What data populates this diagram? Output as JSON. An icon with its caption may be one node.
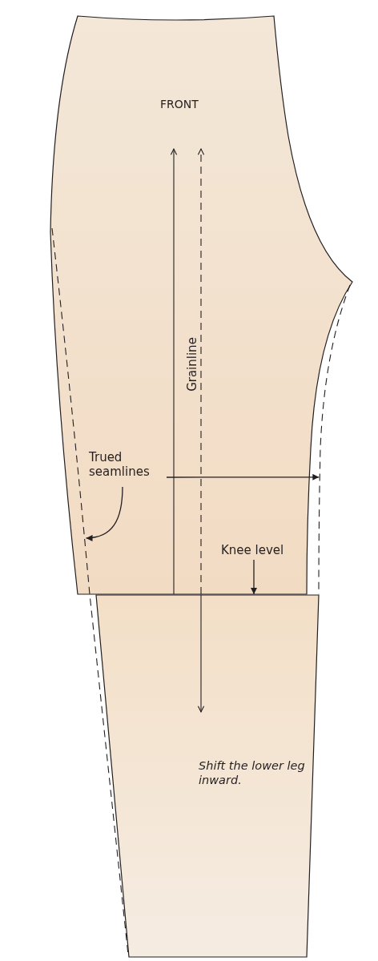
{
  "diagram": {
    "nodes": [
      {
        "text": [
          "FRONT"
        ]
      },
      {
        "text": [
          "Shift the lower leg inward."
        ]
      },
      {
        "text": [
          "Trued seamlines"
        ],
        "in": 0
      },
      {
        "text": [
          "Knee level"
        ],
        "in": 0
      },
      {
        "text": [],
        "shape": "line"
      },
      {
        "text": [],
        "shape": "line"
      }
    ],
    "edges": [
      {
        "from": 2,
        "to": 5,
        "arrow": "to"
      },
      {
        "from": 2,
        "to": 4,
        "arrow": "to"
      },
      {
        "from": 3,
        "to": 1,
        "arrow": "to"
      }
    ],
    "labels": [
      "Grainline"
    ]
  }
}
